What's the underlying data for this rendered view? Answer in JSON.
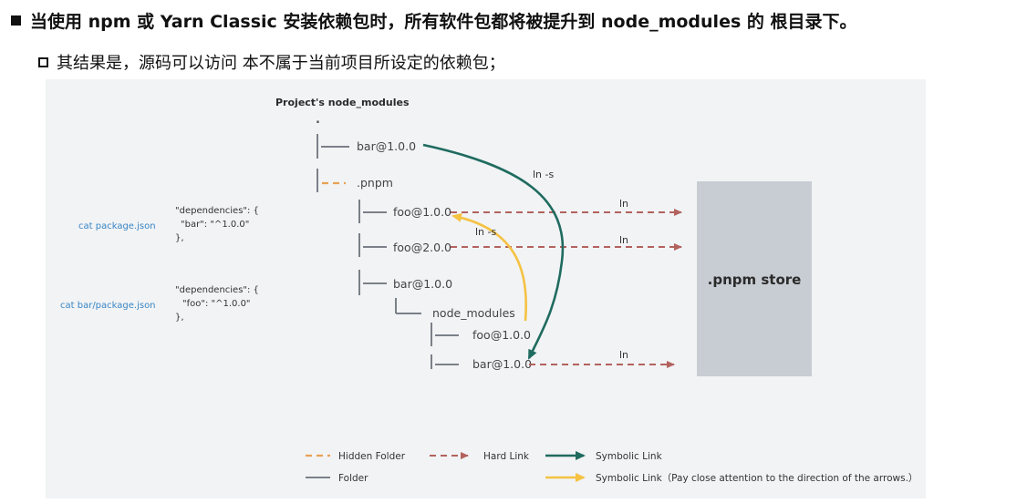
{
  "heading": "当使用 npm 或 Yarn Classic 安装依赖包时，所有软件包都将被提升到 node_modules 的 根目录下。",
  "subheading": "其结果是，源码可以访问 本不属于当前项目所设定的依赖包；",
  "diagram": {
    "title": "Project's node_modules",
    "root_dot": ".",
    "tree": {
      "bar_top": "bar@1.0.0",
      "pnpm": ".pnpm",
      "foo1": "foo@1.0.0",
      "foo2": "foo@2.0.0",
      "bar_inner": "bar@1.0.0",
      "node_modules": "node_modules",
      "nm_foo": "foo@1.0.0",
      "nm_bar": "bar@1.0.0"
    },
    "links": {
      "ln_s_top": "ln -s",
      "ln_s_mid": "ln -s",
      "ln_1": "ln",
      "ln_2": "ln",
      "ln_3": "ln"
    },
    "store_label": ".pnpm store",
    "left": {
      "cmd1": "cat package.json",
      "dep1": [
        "\"dependencies\": {",
        "\"bar\": \"^1.0.0\"",
        "},"
      ],
      "cmd2": "cat bar/package.json",
      "dep2": [
        "\"dependencies\": {",
        "\"foo\": \"^1.0.0\"",
        "},"
      ]
    },
    "legend": {
      "hidden_folder": "Hidden Folder",
      "hard_link": "Hard Link",
      "symbolic_link": "Symbolic Link",
      "folder": "Folder",
      "symbolic_link_note": "Symbolic Link（Pay close attention to the direction of the arrows.）"
    },
    "colors": {
      "folder": "#7b8088",
      "hidden": "#e8a254",
      "hard": "#b3625e",
      "symlink": "#1f6b5f",
      "symlink_yellow": "#f5c242",
      "store_bg": "#c8cdd3",
      "cmd_text": "#3a86c4"
    }
  }
}
